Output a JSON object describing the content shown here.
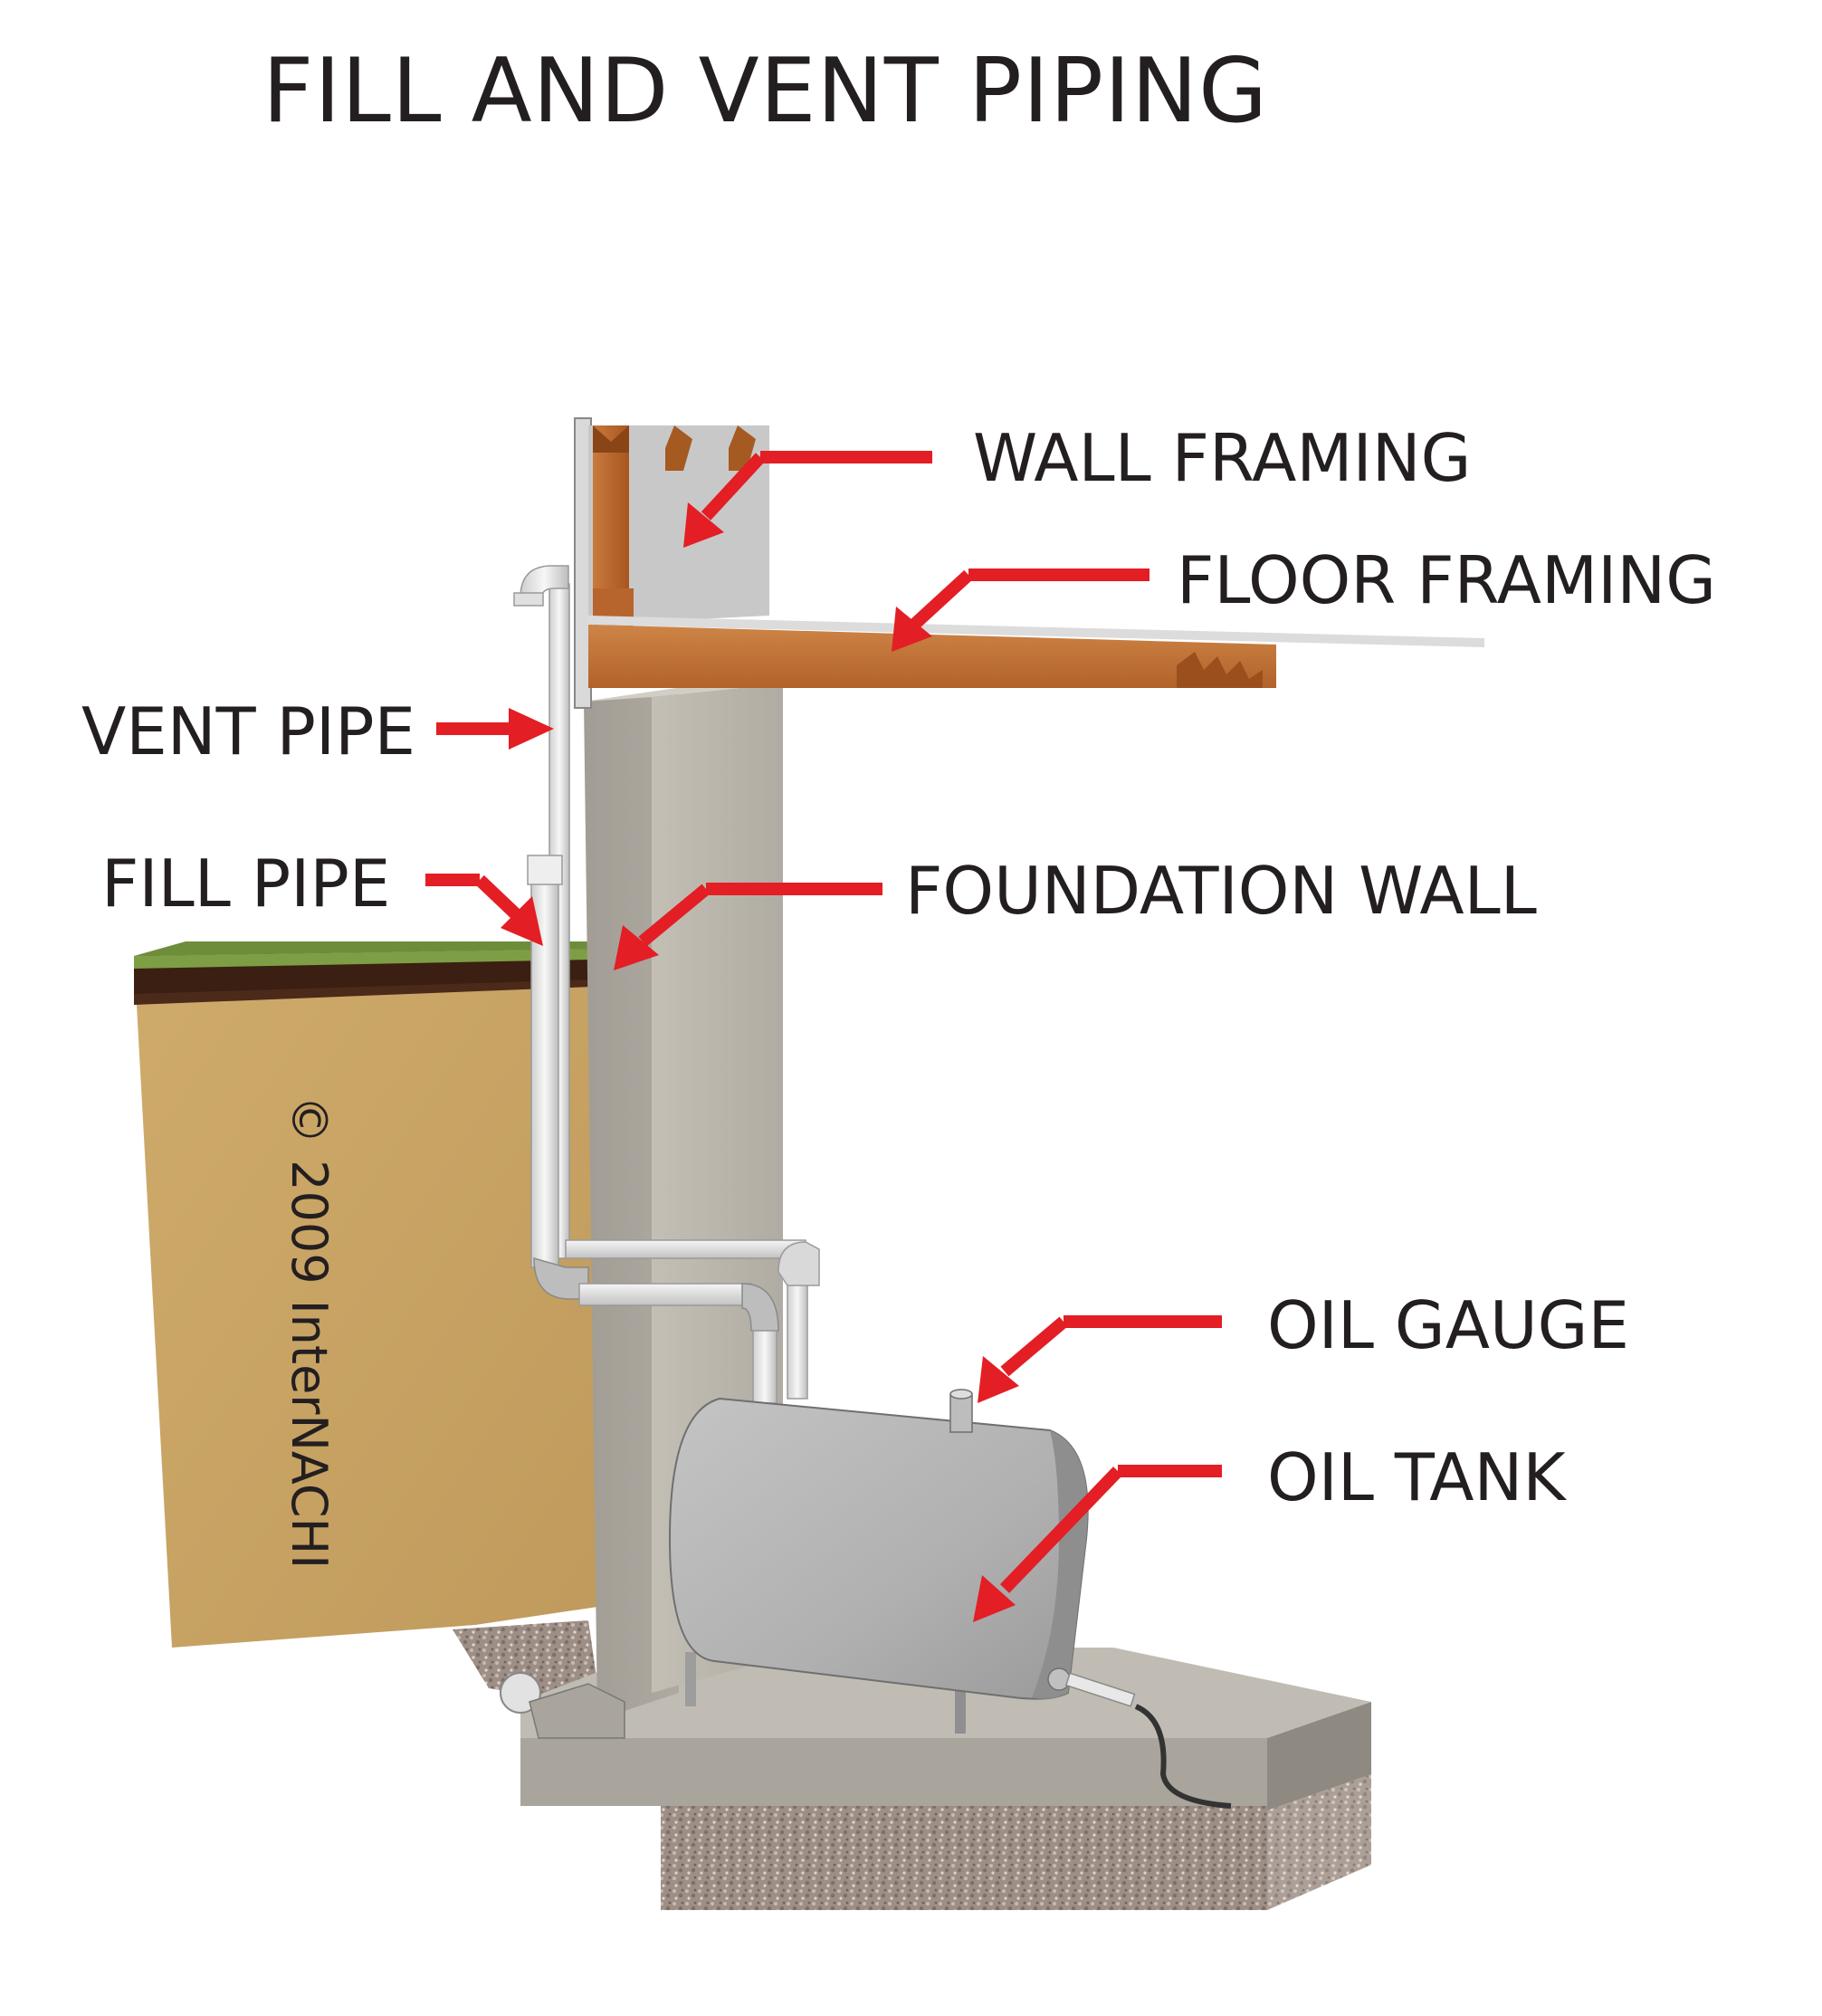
{
  "title": "FILL AND VENT PIPING",
  "labels": {
    "wall_framing": "WALL FRAMING",
    "floor_framing": "FLOOR FRAMING",
    "vent_pipe": "VENT PIPE",
    "fill_pipe": "FILL PIPE",
    "foundation_wall": "FOUNDATION WALL",
    "oil_gauge": "OIL GAUGE",
    "oil_tank": "OIL TANK"
  },
  "copyright": "© 2009 InterNACHI",
  "colors": {
    "arrow": "#e31e24",
    "text": "#231f20",
    "wood": "#b8642d",
    "concrete": "#b5b1a8",
    "soil": "#c7a366",
    "grass": "#6b8a3a",
    "tank": "#b8b8b8",
    "pipe": "#e8e8e8"
  }
}
